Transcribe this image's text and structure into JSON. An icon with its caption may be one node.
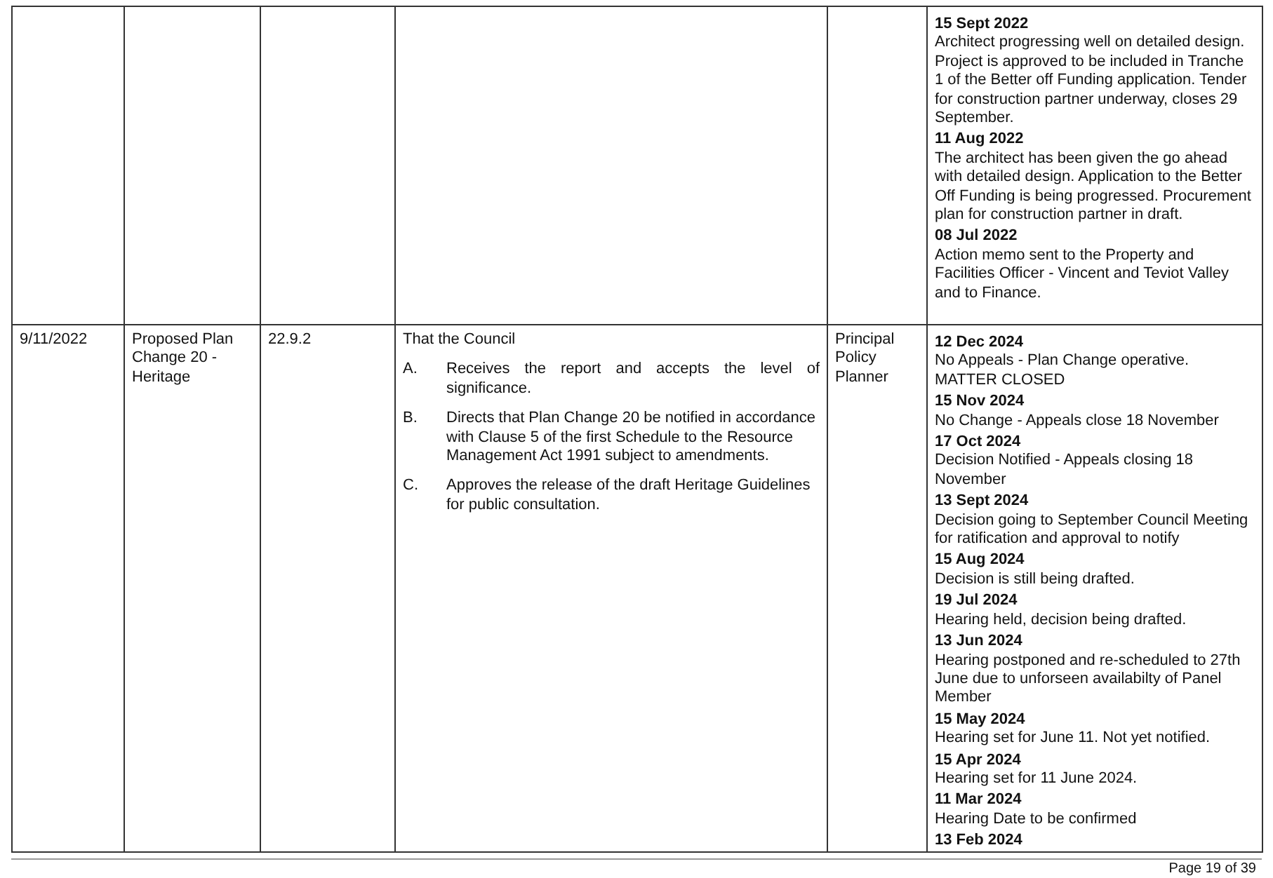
{
  "diagram": {
    "labels": [
      "15 Sept 2022",
      "Architect progressing well on detailed design. Project is approved to be included in Tranche 1 of the Better off Funding application. Tender for construction partner underway, closes 29 September.",
      "11 Aug 2022",
      "The architect has been given the go ahead with detailed design. Application to the Better Off Funding is being progressed. Procurement plan for construction partner in draft.",
      "08 Jul 2022",
      "Action memo sent to the Property and Facilities Officer - Vincent and Teviot Valley and to Finance.",
      "9/11/2022",
      "Proposed Plan Change 20 - Heritage",
      "22.9.2",
      "That the Council",
      "A.",
      "Receives the report and accepts the level of significance.",
      "B.",
      "Directs that Plan Change 20 be notified in accordance with Clause 5 of the first Schedule to the Resource Management Act 1991 subject to amendments.",
      "C.",
      "Approves the release of the draft Heritage Guidelines for public consultation.",
      "Principal Policy Planner",
      "12 Dec 2024",
      "No Appeals - Plan Change operative. MATTER CLOSED",
      "15 Nov 2024",
      "No Change - Appeals close 18 November",
      "17 Oct 2024",
      "Decision Notified - Appeals closing 18 November",
      "13 Sept 2024",
      "Decision going to September Council Meeting for ratification and approval to notify",
      "15 Aug 2024",
      "Decision is still being drafted.",
      "19 Jul 2024",
      "Hearing held, decision being drafted.",
      "13 Jun 2024",
      "Hearing postponed and re-scheduled to 27th June due to unforseen availabilty of Panel Member",
      "15 May 2024",
      "Hearing set for June 11. Not yet notified.",
      "15 Apr 2024",
      "Hearing set for 11 June 2024.",
      "11 Mar 2024",
      "Hearing Date to be confirmed",
      "13 Feb 2024",
      "Page 19 of 39"
    ]
  }
}
